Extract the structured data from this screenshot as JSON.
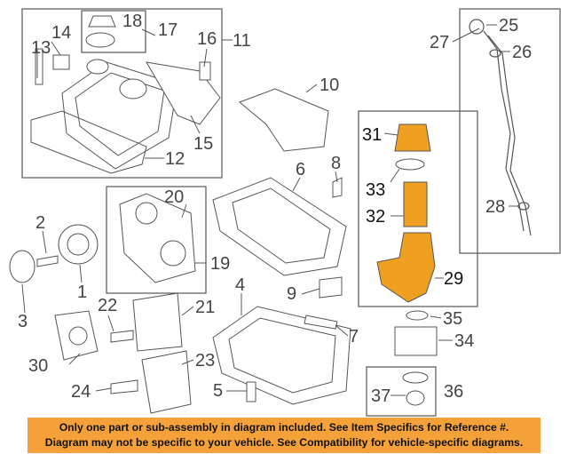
{
  "callouts": {
    "c1": "1",
    "c2": "2",
    "c3": "3",
    "c4": "4",
    "c5": "5",
    "c6": "6",
    "c7": "7",
    "c8": "8",
    "c9": "9",
    "c10": "10",
    "c11": "11",
    "c12": "12",
    "c13": "13",
    "c14": "14",
    "c15": "15",
    "c16": "16",
    "c17": "17",
    "c18": "18",
    "c19": "19",
    "c20": "20",
    "c21": "21",
    "c22": "22",
    "c23": "23",
    "c24": "24",
    "c25": "25",
    "c26": "26",
    "c27": "27",
    "c28": "28",
    "c29": "29",
    "c30": "30",
    "c31": "31",
    "c32": "32",
    "c33": "33",
    "c34": "34",
    "c35": "35",
    "c36": "36",
    "c37": "37"
  },
  "banner": {
    "line1": "Only one part or sub-assembly in diagram included. See Item Specifics for Reference #.",
    "line2": "Diagram may not be specific to your vehicle. See Compatibility for vehicle-specific diagrams.",
    "color": "#f5a13a"
  },
  "highlight_color": "#f0a020"
}
